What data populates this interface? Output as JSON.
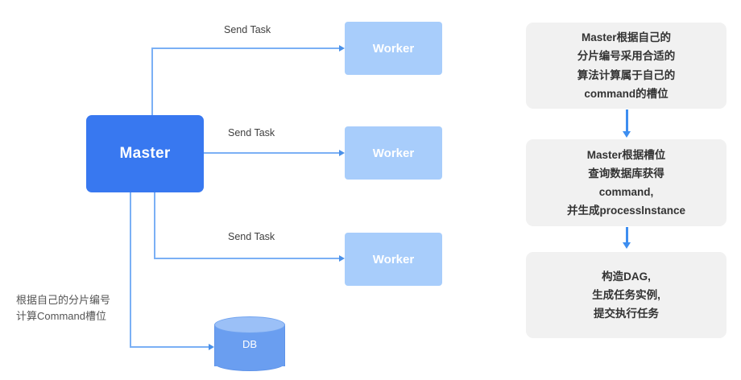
{
  "diagram": {
    "title": "Master-Worker task dispatch and command slot flow",
    "colors": {
      "master_fill": "#3878f0",
      "worker_fill": "#a8cdfb",
      "db_fill": "#6a9ef0",
      "connector": "#7bb0f5",
      "flow_arrow": "#3d8ef0",
      "flow_box_fill": "#f1f1f1"
    }
  },
  "nodes": {
    "master": {
      "label": "Master"
    },
    "workers": [
      {
        "label": "Worker"
      },
      {
        "label": "Worker"
      },
      {
        "label": "Worker"
      }
    ],
    "db": {
      "label": "DB"
    }
  },
  "edges": {
    "send_task_labels": [
      "Send Task",
      "Send Task",
      "Send Task"
    ]
  },
  "annotations": {
    "master_note": "根据自己的分片编号\n计算Command槽位"
  },
  "flow_steps": [
    {
      "text": "Master根据自己的\n分片编号采用合适的\n算法计算属于自己的\ncommand的槽位"
    },
    {
      "text": "Master根据槽位\n查询数据库获得\ncommand,\n并生成processlnstance"
    },
    {
      "text": "构造DAG,\n生成任务实例,\n提交执行任务"
    }
  ]
}
